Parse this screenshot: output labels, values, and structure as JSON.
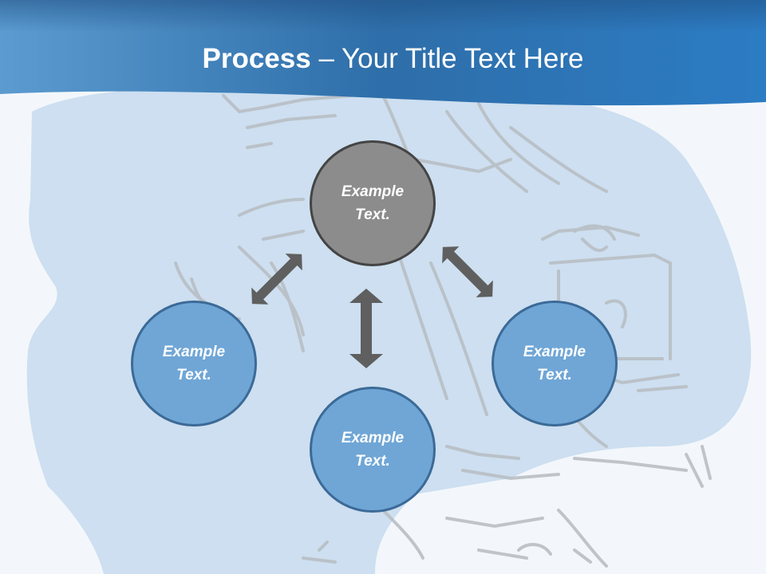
{
  "header": {
    "title_bold": "Process",
    "title_rest": " – Your Title Text Here"
  },
  "colors": {
    "header_blue": "#2f79b9",
    "node_blue": "#6fa6d6",
    "node_blue_border": "#3c6a97",
    "node_gray": "#8c8c8c",
    "node_gray_border": "#444444",
    "arrow": "#5f5f5f",
    "silhouette": "#cddff0"
  },
  "diagram": {
    "nodes": [
      {
        "id": "top",
        "text": "Example\nText.",
        "style": "gray"
      },
      {
        "id": "left",
        "text": "Example\nText.",
        "style": "blue"
      },
      {
        "id": "right",
        "text": "Example\nText.",
        "style": "blue"
      },
      {
        "id": "bottom",
        "text": "Example\nText.",
        "style": "blue"
      }
    ]
  }
}
